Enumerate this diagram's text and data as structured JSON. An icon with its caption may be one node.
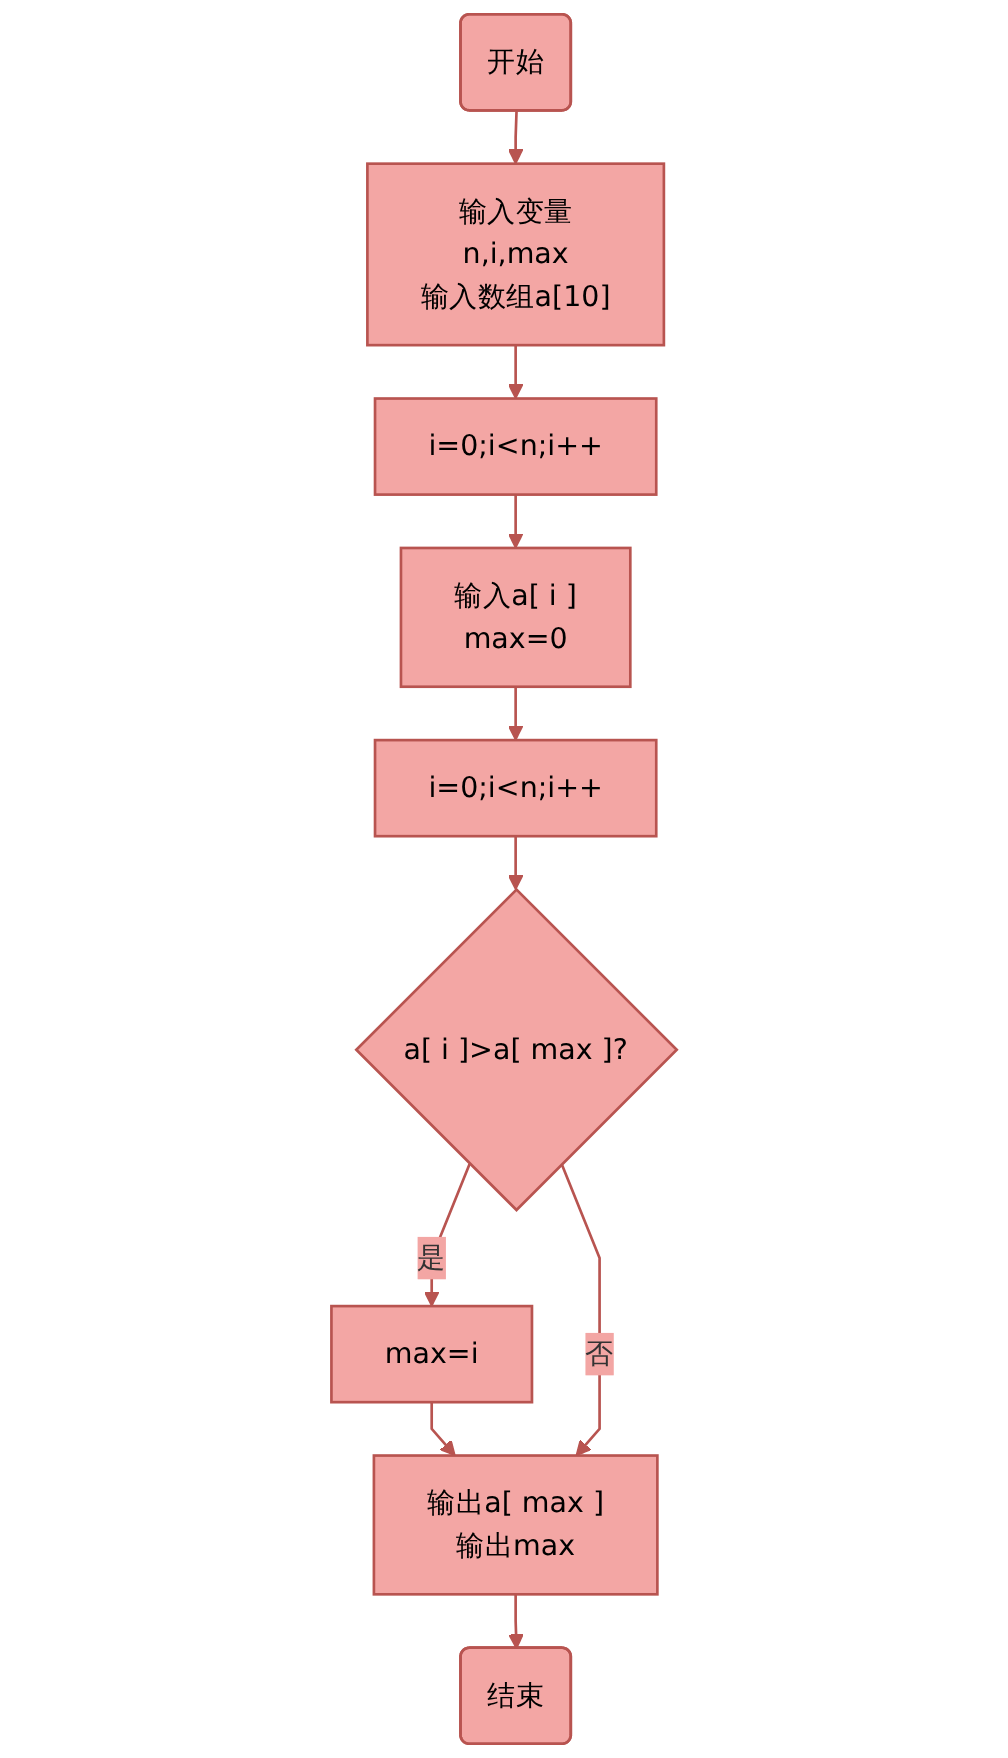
{
  "diagram": {
    "nodes": [
      {
        "text": [
          "开始"
        ]
      },
      {
        "text": [
          "输入变量",
          "n,i,max",
          "输入数组a[10]"
        ]
      },
      {
        "text": [
          "i=0;i<n;i++"
        ]
      },
      {
        "text": [
          "输入a[ i ]",
          "max=0"
        ]
      },
      {
        "text": [
          "i=0;i<n;i++"
        ]
      },
      {
        "text": [
          "a[ i ]>a[ max ]?"
        ]
      },
      {
        "text": [
          "max=i"
        ]
      },
      {
        "text": [
          "输出a[ max ]",
          "输出max"
        ]
      },
      {
        "text": [
          "结束"
        ]
      }
    ],
    "edges": [
      {
        "from": 0,
        "to": 1,
        "arrow": "to"
      },
      {
        "from": 1,
        "to": 2,
        "arrow": "to"
      },
      {
        "from": 2,
        "to": 3,
        "arrow": "to"
      },
      {
        "from": 3,
        "to": 4,
        "arrow": "to"
      },
      {
        "from": 4,
        "to": 5,
        "arrow": "to"
      },
      {
        "from": 5,
        "to": 6,
        "label": "是",
        "arrow": "to"
      },
      {
        "from": 6,
        "to": 7,
        "arrow": "to"
      },
      {
        "from": 5,
        "to": 7,
        "label": "否",
        "arrow": "to"
      },
      {
        "from": 7,
        "to": 8,
        "arrow": "to"
      }
    ]
  }
}
